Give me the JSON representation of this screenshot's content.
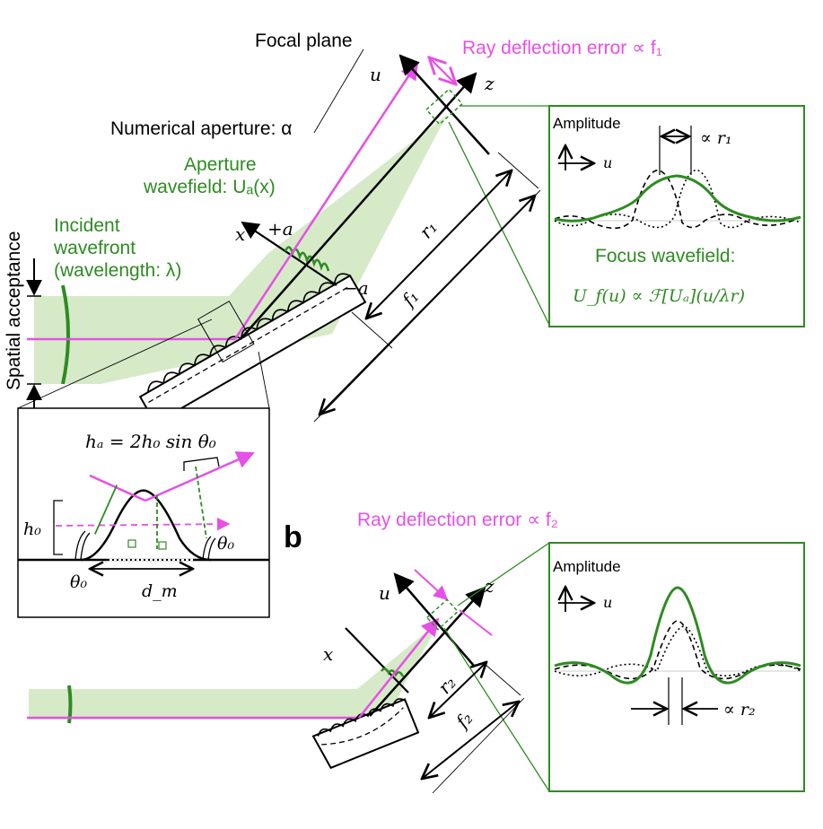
{
  "colors": {
    "magenta": "#e650e6",
    "green": "#2e8b22",
    "light_green": "#d6eac8",
    "black": "#000000"
  },
  "labels": {
    "focal_plane": "Focal plane",
    "ray_deflection_1": "Ray deflection error ∝ f₁",
    "ray_deflection_2": "Ray deflection error ∝ f₂",
    "numerical_aperture": "Numerical aperture: α",
    "aperture_wavefield_l1": "Aperture",
    "aperture_wavefield_l2": "wavefield: Uₐ(x)",
    "incident_l1": "Incident",
    "incident_l2": "wavefront",
    "incident_l3": "(wavelength: λ)",
    "spatial_acceptance": "Spatial acceptance",
    "u": "u",
    "z": "z",
    "x": "x",
    "plus_a": "+a",
    "minus_a": "−a",
    "r1": "r₁",
    "f1": "f₁",
    "r2": "r₂",
    "f2": "f₂",
    "amplitude": "Amplitude",
    "prop_r1": "∝ r₁",
    "prop_r2": "∝ r₂",
    "focus_wavefield": "Focus wavefield:",
    "focus_formula": "U_f(u) ∝ ℱ[Uₐ](u/λr)",
    "inset_ha": "hₐ = 2h₀ sin θ₀",
    "inset_h0": "h₀",
    "inset_theta0_left": "θ₀",
    "inset_theta0_right": "θ₀",
    "inset_dm": "d_m",
    "panel_b": "b"
  }
}
